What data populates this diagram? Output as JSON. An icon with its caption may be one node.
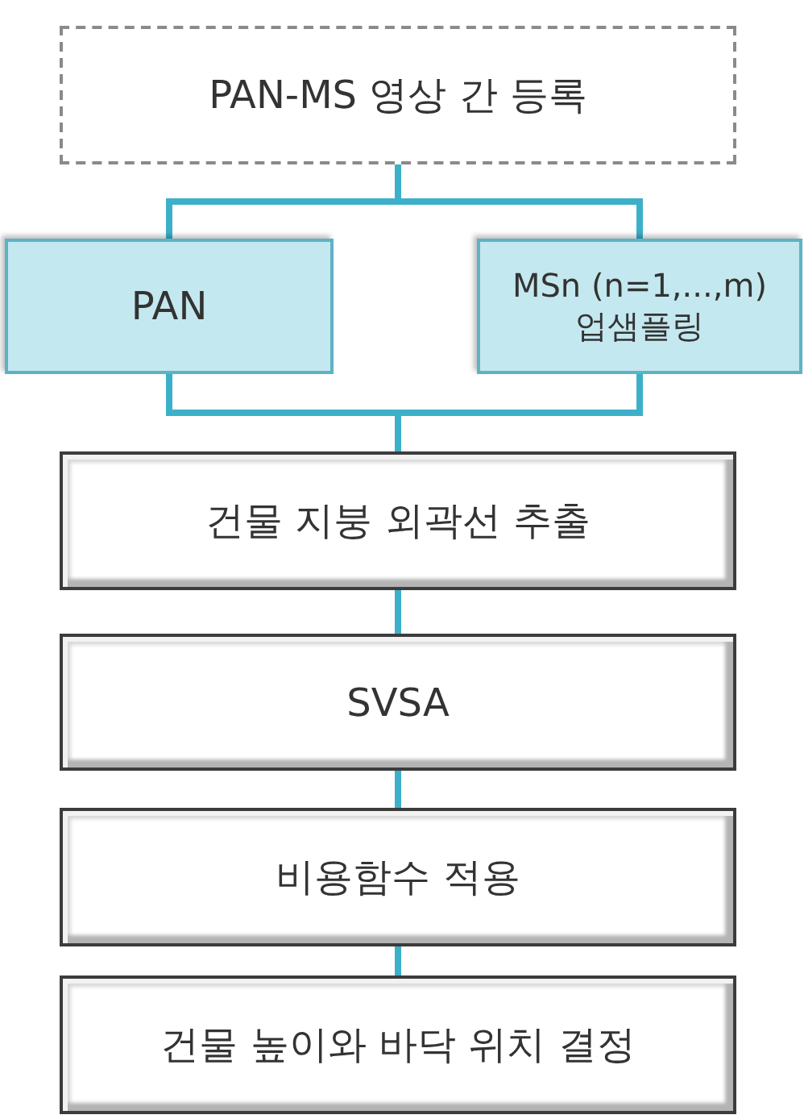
{
  "diagram": {
    "nodes": [
      {
        "text": [
          "PAN-MS 영상 간 등록"
        ]
      },
      {
        "text": [
          "PAN"
        ]
      },
      {
        "text": [
          "MSn (n=1,...,m) 업샘플링"
        ]
      },
      {
        "text": [
          "건물 지붕 외곽선 추출"
        ]
      },
      {
        "text": [
          "SVSA"
        ]
      },
      {
        "text": [
          "비용함수 적용"
        ]
      },
      {
        "text": [
          "건물 높이와 바닥 위치 결정"
        ]
      }
    ],
    "edges": [
      {
        "from": 0,
        "to": 1,
        "arrow": "none"
      },
      {
        "from": 0,
        "to": 2,
        "arrow": "none"
      },
      {
        "from": 1,
        "to": 3,
        "arrow": "none"
      },
      {
        "from": 2,
        "to": 3,
        "arrow": "none"
      },
      {
        "from": 3,
        "to": 4,
        "arrow": "none"
      },
      {
        "from": 4,
        "to": 5,
        "arrow": "none"
      },
      {
        "from": 5,
        "to": 6,
        "arrow": "none"
      }
    ]
  }
}
